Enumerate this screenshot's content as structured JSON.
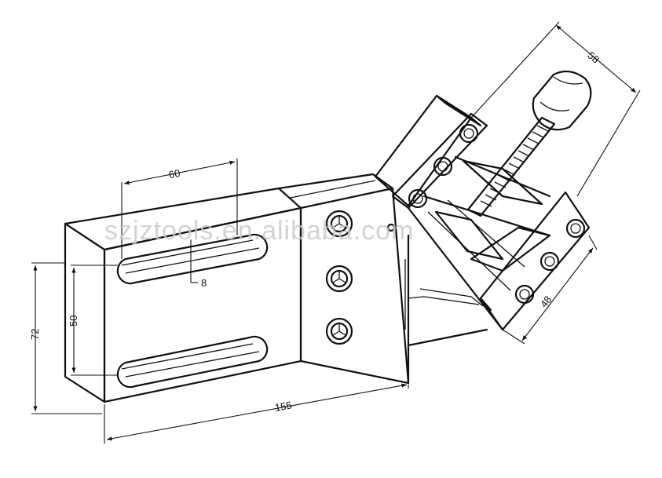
{
  "dimensions": {
    "d60": "60",
    "d8": "8",
    "d50": "50",
    "d72": "72",
    "d155": "155",
    "d58": "58",
    "d48": "48"
  },
  "watermark": "szjztools.en.alibaba.com",
  "colors": {
    "line": "#111111",
    "watermark": "#c9c9c9",
    "background": "#ffffff"
  }
}
